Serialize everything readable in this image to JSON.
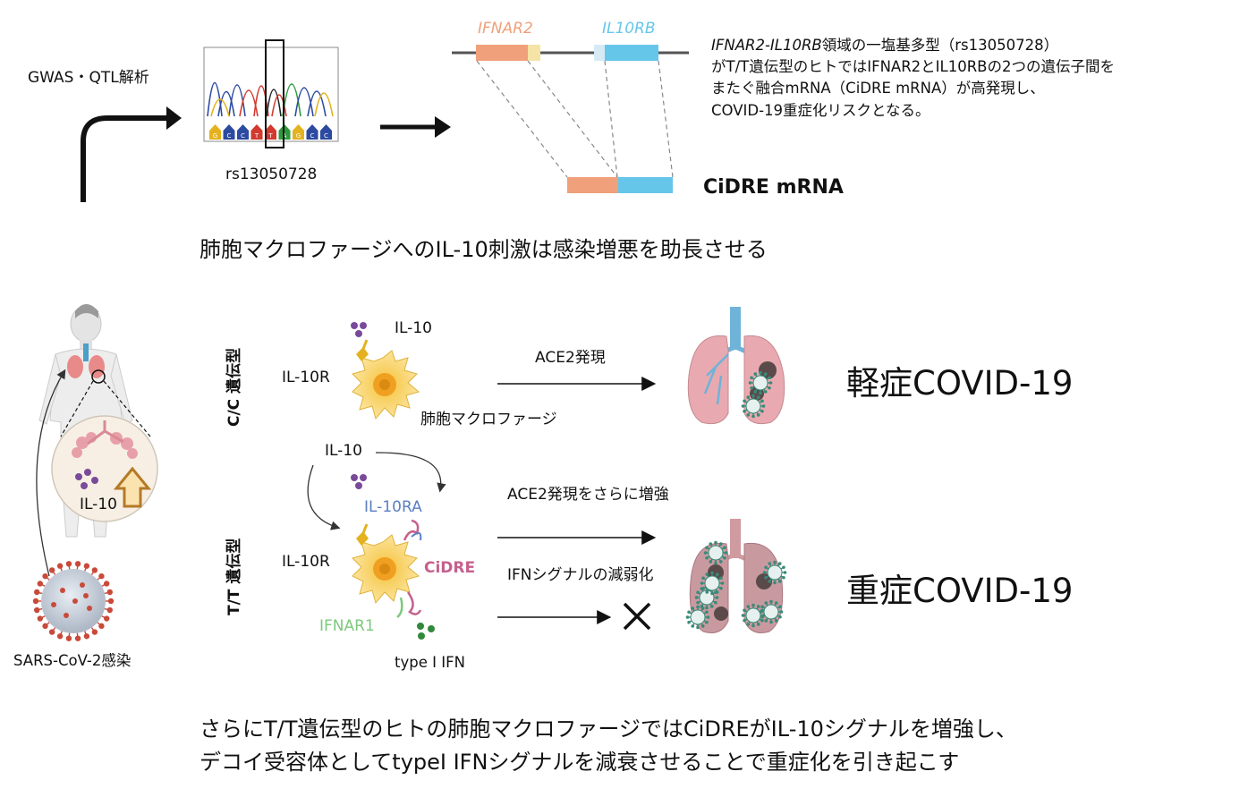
{
  "top": {
    "gwas_label": "GWAS・QTL解析",
    "snp_id": "rs13050728",
    "dna_bases": [
      "G",
      "C",
      "C",
      "T",
      "T",
      "A",
      "G",
      "C",
      "C"
    ],
    "gene_ifnar2": "IFNAR2",
    "gene_il10rb": "IL10RB",
    "fusion_label": "CiDRE mRNA",
    "description": {
      "line1_italic": "IFNAR2-IL10RB",
      "line1_rest": "領域の一塩基多型（rs13050728）",
      "line2": "がT/T遺伝型のヒトではIFNAR2とIL10RBの2つの遺伝子間を",
      "line3": "またぐ融合mRNA（CiDRE mRNA）が高発現し、",
      "line4": "COVID-19重症化リスクとなる。"
    }
  },
  "middle_heading": "肺胞マクロファージへのIL-10刺激は感染増悪を助長させる",
  "left_panel": {
    "il10_label": "IL-10",
    "infection_label": "SARS-CoV-2感染"
  },
  "cc_row": {
    "genotype": "C/C 遺伝型",
    "ligand": "IL-10",
    "receptor": "IL-10R",
    "cell": "肺胞マクロファージ",
    "arrow_label": "ACE2発現",
    "outcome": "軽症COVID-19"
  },
  "tt_row": {
    "genotype": "T/T 遺伝型",
    "ligand": "IL-10",
    "il10ra": "IL-10RA",
    "receptor": "IL-10R",
    "cidre": "CiDRE",
    "ifnar1": "IFNAR1",
    "ifn": "type I IFN",
    "arrow_label1": "ACE2発現をさらに増強",
    "arrow_label2": "IFNシグナルの減弱化",
    "outcome": "重症COVID-19"
  },
  "bottom": {
    "line1": "さらにT/T遺伝型のヒトの肺胞マクロファージではCiDREがIL-10シグナルを増強し、",
    "line2": "デコイ受容体としてtypeI  IFNシグナルを減衰させることで重症化を引き起こす"
  },
  "colors": {
    "ifnar2": "#f0a07a",
    "il10rb": "#66c6ea",
    "il10ra_text": "#5b7fc1",
    "cidre_text": "#c5608e",
    "ifnar1_text": "#7dc97d",
    "il10_dots": "#7a4a9a",
    "ifn_dots": "#2f8a3c"
  }
}
